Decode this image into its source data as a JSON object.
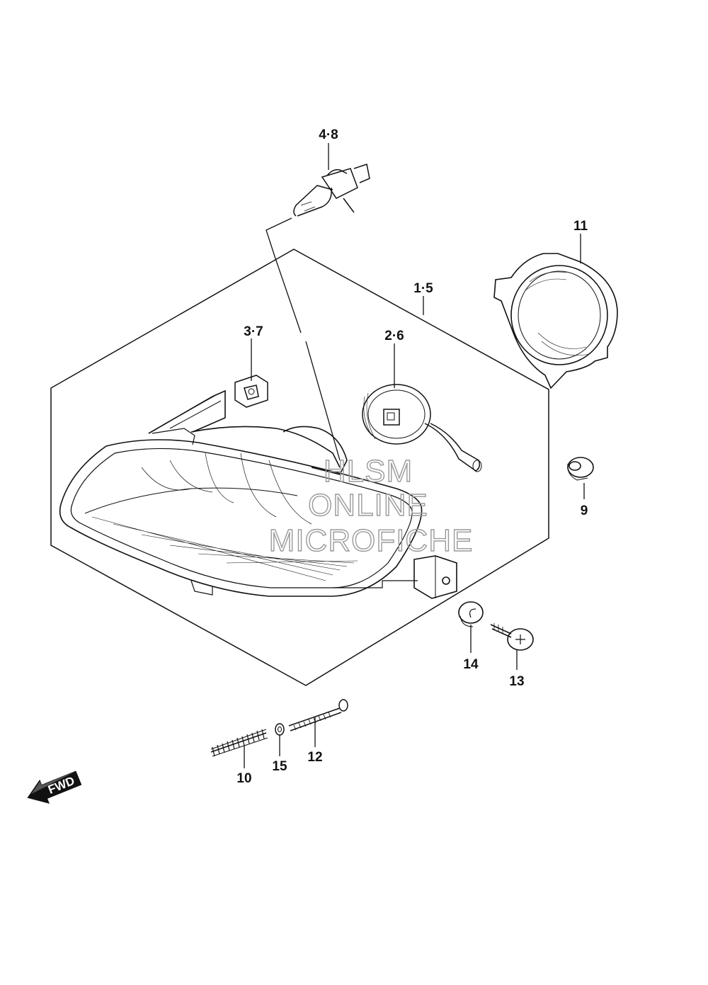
{
  "callouts": {
    "c48": "4·8",
    "c11": "11",
    "c15": "1·5",
    "c37": "3·7",
    "c26": "2·6",
    "c9": "9",
    "c14": "14",
    "c13": "13",
    "c12": "12",
    "c10": "10",
    "c15b": "15"
  },
  "watermark": {
    "line1": "HLSM",
    "line2": "ONLINE",
    "line3": "MICROFICHE"
  },
  "direction_arrow": {
    "label": "FWD",
    "icon": "fwd-arrow-icon"
  }
}
